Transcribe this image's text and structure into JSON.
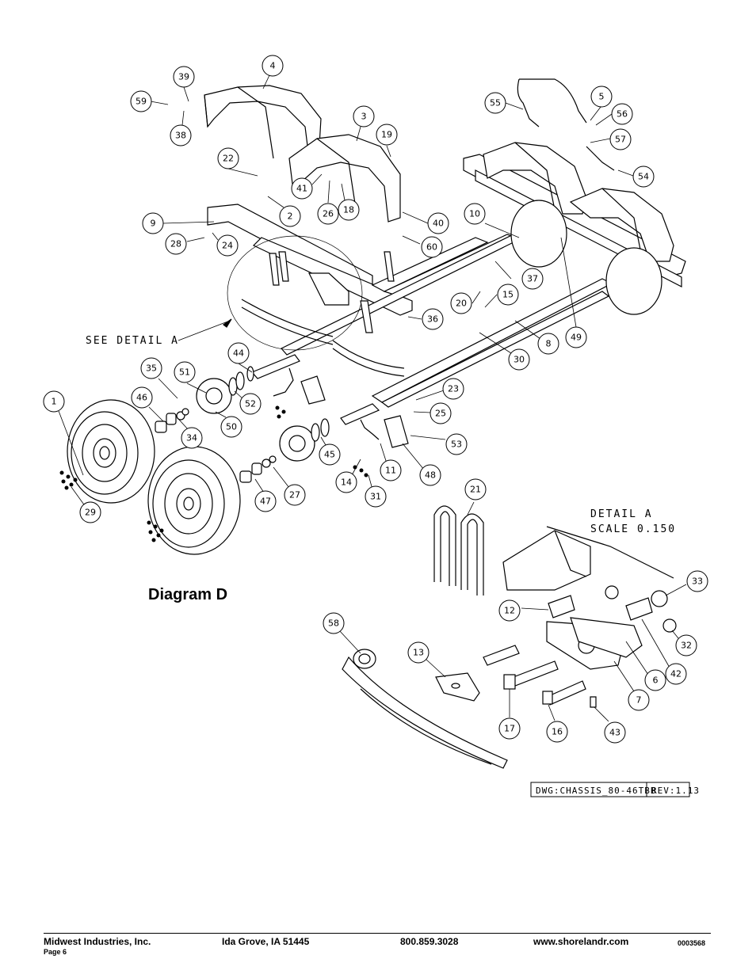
{
  "diagram": {
    "title": "Diagram D",
    "detail_reference": "SEE DETAIL  A",
    "detail_title": "DETAIL  A",
    "detail_scale": "SCALE  0.150",
    "drawing_number": "DWG:CHASSIS_80-46TBB",
    "revision": "REV:1.13",
    "callouts": [
      {
        "id": "59",
        "label": "59"
      },
      {
        "id": "39",
        "label": "39"
      },
      {
        "id": "38",
        "label": "38"
      },
      {
        "id": "4",
        "label": "4"
      },
      {
        "id": "3",
        "label": "3"
      },
      {
        "id": "19",
        "label": "19"
      },
      {
        "id": "22",
        "label": "22"
      },
      {
        "id": "41",
        "label": "41"
      },
      {
        "id": "26",
        "label": "26"
      },
      {
        "id": "18",
        "label": "18"
      },
      {
        "id": "2",
        "label": "2"
      },
      {
        "id": "9",
        "label": "9"
      },
      {
        "id": "28",
        "label": "28"
      },
      {
        "id": "24",
        "label": "24"
      },
      {
        "id": "40",
        "label": "40"
      },
      {
        "id": "60",
        "label": "60"
      },
      {
        "id": "55",
        "label": "55"
      },
      {
        "id": "5",
        "label": "5"
      },
      {
        "id": "56",
        "label": "56"
      },
      {
        "id": "57",
        "label": "57"
      },
      {
        "id": "54",
        "label": "54"
      },
      {
        "id": "10",
        "label": "10"
      },
      {
        "id": "37",
        "label": "37"
      },
      {
        "id": "20",
        "label": "20"
      },
      {
        "id": "15",
        "label": "15"
      },
      {
        "id": "36",
        "label": "36"
      },
      {
        "id": "8",
        "label": "8"
      },
      {
        "id": "49",
        "label": "49"
      },
      {
        "id": "30",
        "label": "30"
      },
      {
        "id": "44",
        "label": "44"
      },
      {
        "id": "35",
        "label": "35"
      },
      {
        "id": "51",
        "label": "51"
      },
      {
        "id": "52",
        "label": "52"
      },
      {
        "id": "46",
        "label": "46"
      },
      {
        "id": "50",
        "label": "50"
      },
      {
        "id": "34",
        "label": "34"
      },
      {
        "id": "1",
        "label": "1"
      },
      {
        "id": "23",
        "label": "23"
      },
      {
        "id": "25",
        "label": "25"
      },
      {
        "id": "53",
        "label": "53"
      },
      {
        "id": "45",
        "label": "45"
      },
      {
        "id": "11",
        "label": "11"
      },
      {
        "id": "48",
        "label": "48"
      },
      {
        "id": "14",
        "label": "14"
      },
      {
        "id": "31",
        "label": "31"
      },
      {
        "id": "47",
        "label": "47"
      },
      {
        "id": "27",
        "label": "27"
      },
      {
        "id": "29",
        "label": "29"
      },
      {
        "id": "21",
        "label": "21"
      },
      {
        "id": "33",
        "label": "33"
      },
      {
        "id": "12",
        "label": "12"
      },
      {
        "id": "32",
        "label": "32"
      },
      {
        "id": "58",
        "label": "58"
      },
      {
        "id": "13",
        "label": "13"
      },
      {
        "id": "42",
        "label": "42"
      },
      {
        "id": "6",
        "label": "6"
      },
      {
        "id": "7",
        "label": "7"
      },
      {
        "id": "17",
        "label": "17"
      },
      {
        "id": "16",
        "label": "16"
      },
      {
        "id": "43",
        "label": "43"
      }
    ]
  },
  "footer": {
    "company": "Midwest Industries, Inc.",
    "location": "Ida Grove, IA  51445",
    "phone": "800.859.3028",
    "website": "www.shorelandr.com",
    "code": "0003568",
    "page": "Page 6"
  }
}
